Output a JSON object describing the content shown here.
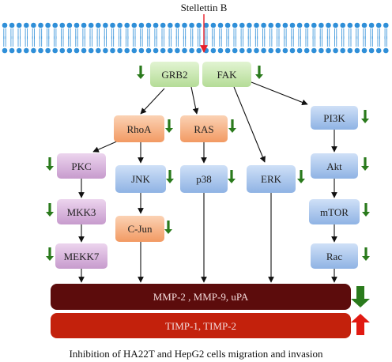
{
  "stimulus": {
    "label": "Stellettin B"
  },
  "nodes": {
    "grb2": "GRB2",
    "fak": "FAK",
    "rhoa": "RhoA",
    "ras": "RAS",
    "pi3k": "PI3K",
    "pkc": "PKC",
    "jnk": "JNK",
    "p38": "p38",
    "erk": "ERK",
    "akt": "Akt",
    "mkk3": "MKK3",
    "mtor": "mTOR",
    "cjun": "C-Jun",
    "mekk7": "MEKK7",
    "rac": "Rac"
  },
  "outcomes": {
    "downregulated": "MMP-2 , MMP-9, uPA",
    "upregulated": "TIMP-1, TIMP-2"
  },
  "caption": "Inhibition of HA22T and HepG2 cells migration and invasion",
  "colors": {
    "membrane": "#2f8fd8",
    "green_node": "#c9e8b0",
    "orange_node": "#f5b588",
    "blue_node": "#a9c7ec",
    "purple_node": "#d8b4dc",
    "down_arrow": "#2a7a1c",
    "up_arrow": "#e11a12",
    "stimulus_arrow": "#e8202a",
    "dark_bar": "#5c0c0c",
    "red_bar": "#c3210c"
  }
}
